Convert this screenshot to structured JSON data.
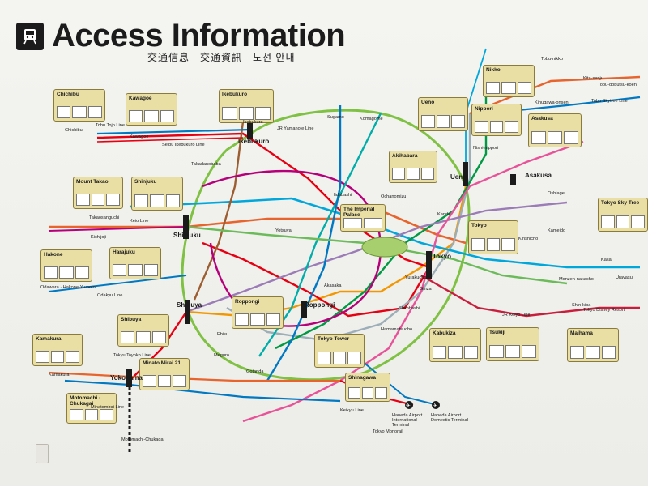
{
  "header": {
    "title": "Access Information",
    "subtitle": "交通信息　交通資訊　노선 안내",
    "icon": "train-icon"
  },
  "colors": {
    "jr_yamanote": "#7fc142",
    "chuo": "#e8642d",
    "ginza": "#f39700",
    "marunouchi": "#e60012",
    "hibiya": "#9caeb7",
    "tozai": "#00a7db",
    "chiyoda": "#009944",
    "yurakucho": "#c1a470",
    "hanzomon": "#9b7cb6",
    "namboku": "#00ada9",
    "fukutoshin": "#9c5e31",
    "asakusa": "#e85298",
    "mita": "#0079c2",
    "shinjuku": "#6cbb5a",
    "oedo": "#b6007a",
    "label_fill": "#e9dea3"
  },
  "destinations": [
    {
      "key": "chichibu",
      "name": "Chichibu"
    },
    {
      "key": "kawagoe",
      "name": "Kawagoe"
    },
    {
      "key": "ikebukuro",
      "name": "Ikebukuro"
    },
    {
      "key": "mount_takao",
      "name": "Mount Takao"
    },
    {
      "key": "shinjuku",
      "name": "Shinjuku"
    },
    {
      "key": "hakone",
      "name": "Hakone"
    },
    {
      "key": "harajuku",
      "name": "Harajuku"
    },
    {
      "key": "shibuya",
      "name": "Shibuya"
    },
    {
      "key": "roppongi",
      "name": "Roppongi"
    },
    {
      "key": "kamakura",
      "name": "Kamakura"
    },
    {
      "key": "minato_mirai",
      "name": "Minato Mirai 21"
    },
    {
      "key": "motomachi",
      "name": "Motomachi · Chukagai"
    },
    {
      "key": "imperial_palace",
      "name": "The Imperial Palace"
    },
    {
      "key": "akihabara",
      "name": "Akihabara"
    },
    {
      "key": "ueno",
      "name": "Ueno"
    },
    {
      "key": "nippori",
      "name": "Nippori"
    },
    {
      "key": "nikko",
      "name": "Nikko"
    },
    {
      "key": "asakusa",
      "name": "Asakusa"
    },
    {
      "key": "tokyo_sky_tree",
      "name": "Tokyo Sky Tree"
    },
    {
      "key": "tokyo",
      "name": "Tokyo"
    },
    {
      "key": "tokyo_tower",
      "name": "Tokyo Tower"
    },
    {
      "key": "shinagawa",
      "name": "Shinagawa"
    },
    {
      "key": "kabukiza",
      "name": "Kabukiza"
    },
    {
      "key": "tsukiji",
      "name": "Tsukiji"
    },
    {
      "key": "maihama",
      "name": "Maihama"
    }
  ],
  "hubs": [
    {
      "key": "ikebukuro",
      "name": "Ikebukuro"
    },
    {
      "key": "shinjuku",
      "name": "Shinjuku"
    },
    {
      "key": "shibuya",
      "name": "Shibuya"
    },
    {
      "key": "roppongi",
      "name": "Roppongi"
    },
    {
      "key": "tokyo",
      "name": "Tokyo"
    },
    {
      "key": "ueno",
      "name": "Ueno"
    },
    {
      "key": "asakusa",
      "name": "Asakusa"
    },
    {
      "key": "yokohama",
      "name": "Yokohama"
    }
  ],
  "stations": [
    {
      "key": "sugamo",
      "name": "Sugamo"
    },
    {
      "key": "komagome",
      "name": "Komagome"
    },
    {
      "key": "takadanobaba",
      "name": "Takadanobaba"
    },
    {
      "key": "iidabashi",
      "name": "Iidabashi"
    },
    {
      "key": "ochanomizu",
      "name": "Ochanomizu"
    },
    {
      "key": "kanda",
      "name": "Kanda"
    },
    {
      "key": "yotsuya",
      "name": "Yotsuya"
    },
    {
      "key": "akasaka",
      "name": "Akasaka"
    },
    {
      "key": "ebisu",
      "name": "Ebisu"
    },
    {
      "key": "meguro",
      "name": "Meguro"
    },
    {
      "key": "gotanda",
      "name": "Gotanda"
    },
    {
      "key": "shimbashi",
      "name": "Shimbashi"
    },
    {
      "key": "ginza",
      "name": "Ginza"
    },
    {
      "key": "yurakucho",
      "name": "Yurakucho"
    },
    {
      "key": "hamamatsucho",
      "name": "Hamamatsucho"
    },
    {
      "key": "kameido",
      "name": "Kameido"
    },
    {
      "key": "kinshicho",
      "name": "Kinshicho"
    },
    {
      "key": "oshiage",
      "name": "Oshiage"
    },
    {
      "key": "monzen_nakacho",
      "name": "Monzen-nakacho"
    },
    {
      "key": "shin_kiba",
      "name": "Shin-kiba"
    },
    {
      "key": "kasai",
      "name": "Kasai"
    },
    {
      "key": "urayasu",
      "name": "Urayasu"
    },
    {
      "key": "tokyo_disney_resort",
      "name": "Tokyo Disney Resort"
    },
    {
      "key": "haneda_intl",
      "name": "Haneda Airport International Terminal"
    },
    {
      "key": "haneda_dom",
      "name": "Haneda Airport Domestic Terminal"
    },
    {
      "key": "kita_senju",
      "name": "Kita-senju"
    },
    {
      "key": "nishi_nippori",
      "name": "Nishi-nippori"
    },
    {
      "key": "ikebukuro_sm",
      "name": "Ikebukuro"
    },
    {
      "key": "tobu_nikko",
      "name": "Tobu-nikko"
    },
    {
      "key": "kinugawa_onsen",
      "name": "Kinugawa-onsen"
    },
    {
      "key": "tobu_dobutsu_koen",
      "name": "Tobu-dobutsu-koen"
    },
    {
      "key": "chuo_rinkan",
      "name": "Odawara · Hakone-Yumoto"
    },
    {
      "key": "takaosanguchi",
      "name": "Takaosanguchi"
    },
    {
      "key": "kawagoe_sm",
      "name": "Kawagoe"
    },
    {
      "key": "chichibu_sm",
      "name": "Chichibu"
    },
    {
      "key": "kamakura_sm",
      "name": "Kamakura"
    },
    {
      "key": "motomachi_sm",
      "name": "Motomachi-Chukagai"
    },
    {
      "key": "kichijoji",
      "name": "Kichijoji"
    }
  ],
  "lines": [
    {
      "name": "Tobu Tojo Line"
    },
    {
      "name": "Seibu Ikebukuro Line"
    },
    {
      "name": "JR Yamanote Line"
    },
    {
      "name": "Keio Line"
    },
    {
      "name": "Odakyu Line"
    },
    {
      "name": "Tokyu Toyoko Line"
    },
    {
      "name": "Keikyu Line"
    },
    {
      "name": "Tokyo Monorail"
    },
    {
      "name": "JR Keiyo Line"
    },
    {
      "name": "Tobu Skytree Line"
    },
    {
      "name": "Minatomirai Line"
    }
  ]
}
